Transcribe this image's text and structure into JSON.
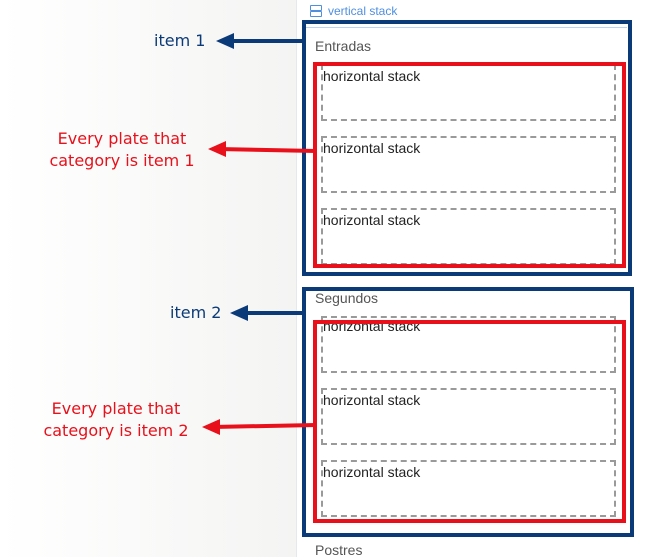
{
  "panel": {
    "header": "vertical stack",
    "item_label": "horizontal stack",
    "categories": [
      {
        "name": "Entradas"
      },
      {
        "name": "Segundos"
      },
      {
        "name": "Postres"
      }
    ]
  },
  "annotations": {
    "item1": "item 1",
    "item2": "item 2",
    "note1_line1": "Every plate that",
    "note1_line2": "category is item 1",
    "note2_line1": "Every plate that",
    "note2_line2": "category is item 2"
  },
  "colors": {
    "blue": "#0b3a78",
    "red": "#e8101a",
    "header_blue": "#4f8fe0"
  }
}
